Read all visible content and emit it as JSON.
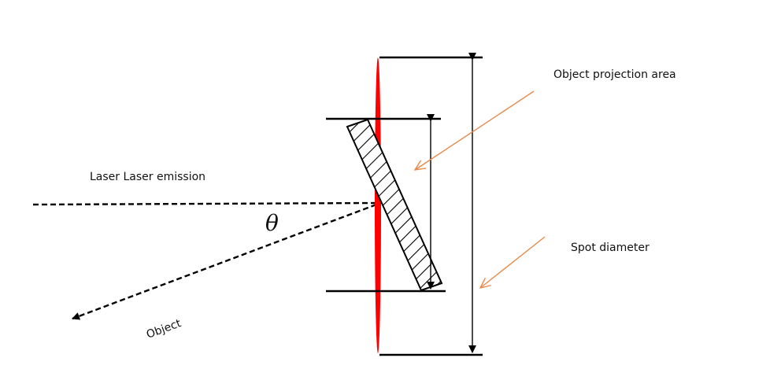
{
  "labels": {
    "laser_emission": "Laser Laser emission",
    "object_projection_area": "Object projection area",
    "spot_diameter": "Spot diameter",
    "object": "Object",
    "angle_symbol": "θ"
  },
  "colors": {
    "spot": "#ff0000",
    "callout_arrow": "#e88a4a",
    "lines": "#000000"
  }
}
